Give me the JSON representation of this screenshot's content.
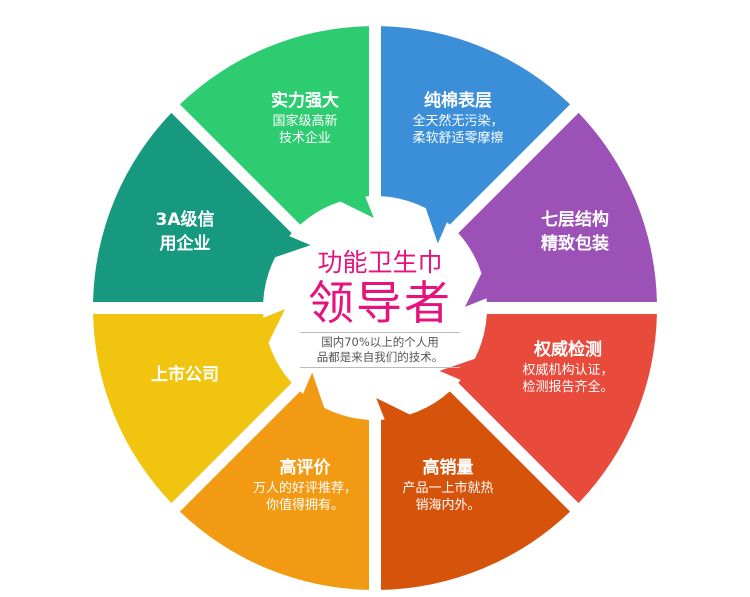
{
  "center": {
    "line1": "功能卫生巾",
    "line2": "领导者",
    "note_line1": "国内70%以上的个人用",
    "note_line2": "品都是来自我们的技术。"
  },
  "segments": [
    {
      "title": "实力强大",
      "sub": [
        "国家级高新",
        "技术企业"
      ],
      "color": "#3b8fd9"
    },
    {
      "title": "纯棉表层",
      "sub": [
        "全天然无污染，",
        "柔软舒适零摩擦"
      ],
      "color": "#9b51b6"
    },
    {
      "title": "七层结构",
      "sub": [
        "精致包装"
      ],
      "color": "#e84a3b"
    },
    {
      "title": "权威检测",
      "sub": [
        "权威机构认证，",
        "检测报告齐全。"
      ],
      "color": "#d6530c"
    },
    {
      "title": "高销量",
      "sub": [
        "产品一上市就热",
        "销海内外。"
      ],
      "color": "#f39a14"
    },
    {
      "title": "高评价",
      "sub": [
        "万人的好评推荐，",
        "你值得拥有。"
      ],
      "color": "#f1c40f"
    },
    {
      "title": "上市公司",
      "sub": [],
      "color": "#16997f"
    },
    {
      "title": "3A级信",
      "sub": [
        "用企业"
      ],
      "color": "#2ecc71"
    }
  ]
}
